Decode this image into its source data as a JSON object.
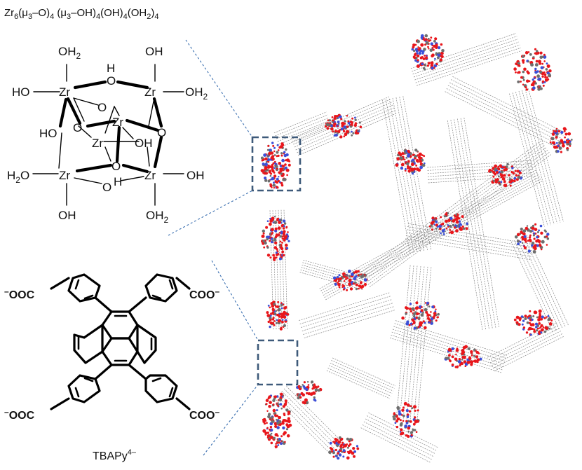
{
  "cluster": {
    "formula": {
      "p1": "Zr",
      "s1": "6",
      "p2": "(μ",
      "s2": "3",
      "p3": "–O)",
      "s3": "4",
      "p4": " (μ",
      "s4": "3",
      "p5": "–OH)",
      "s5": "4",
      "p6": "(OH)",
      "s6": "4",
      "p7": "(OH",
      "s7": "2",
      "p8": ")",
      "s8": "4"
    },
    "atoms": {
      "zr": "Zr",
      "o": "O",
      "h": "H",
      "oh": "OH",
      "ho": "HO",
      "oh2": "OH",
      "h2o": "H",
      "sub2": "2",
      "o_after_h2": "O"
    }
  },
  "linker": {
    "acid_left": "OOC",
    "acid_right": "COO",
    "minus": "–",
    "name_base": "TBAPy",
    "name_charge": "4–"
  },
  "colors": {
    "oxygen": "#e8161b",
    "nitrogen": "#3b4fd8",
    "carbon": "#6e6e6e",
    "box": "#3e5a7a",
    "leader": "#3a6fb0"
  }
}
